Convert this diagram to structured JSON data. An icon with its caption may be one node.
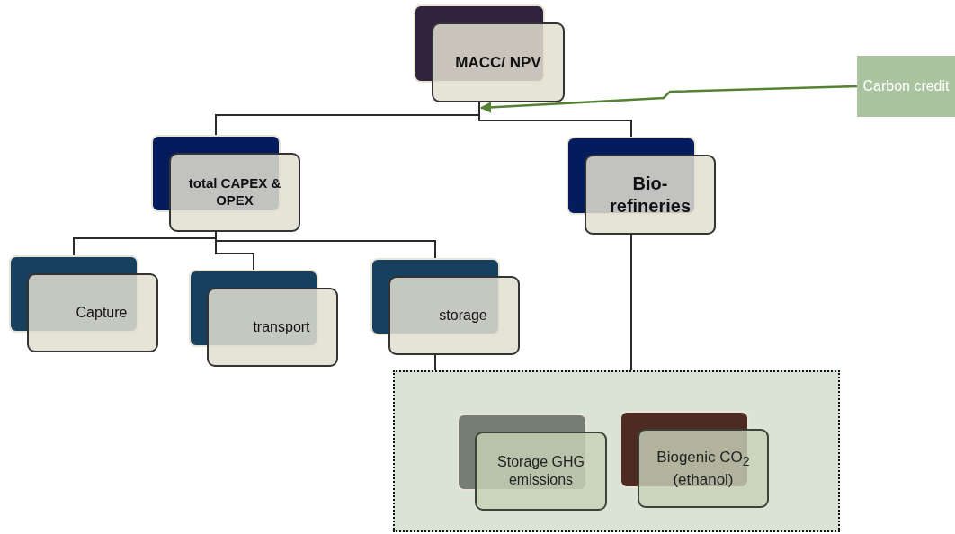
{
  "diagram": {
    "nodes": [
      {
        "text": [
          "MACC/ NPV"
        ]
      },
      {
        "text": [
          "Carbon credit"
        ]
      },
      {
        "text": [
          "total CAPEX & OPEX"
        ]
      },
      {
        "text": [
          "Bio-refineries"
        ]
      },
      {
        "text": [
          "Capture"
        ]
      },
      {
        "text": [
          "transport"
        ]
      },
      {
        "text": [
          "storage"
        ]
      },
      {
        "text": [],
        "shape": "box"
      },
      {
        "text": [
          "Storage GHG emissions"
        ],
        "in": 7
      },
      {
        "text": [
          "Biogenic CO$_{2}$ (ethanol)"
        ],
        "in": 7
      }
    ],
    "edges": [
      {
        "from": 0,
        "to": 2,
        "arrow": "none"
      },
      {
        "from": 0,
        "to": 3,
        "arrow": "none"
      },
      {
        "from": 1,
        "to": 0,
        "arrow": "to",
        "color": "#548235"
      },
      {
        "from": 2,
        "to": 4,
        "arrow": "none"
      },
      {
        "from": 2,
        "to": 5,
        "arrow": "none"
      },
      {
        "from": 2,
        "to": 6,
        "arrow": "none"
      },
      {
        "from": 6,
        "to": 8,
        "arrow": "none"
      },
      {
        "from": 3,
        "to": 9,
        "arrow": "none"
      }
    ]
  }
}
